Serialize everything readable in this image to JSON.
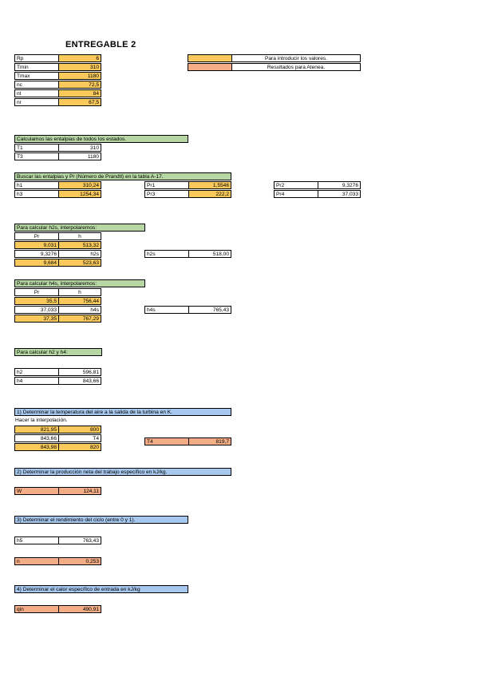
{
  "title": "ENTREGABLE 2",
  "inputs": [
    {
      "label": "Rp",
      "value": "6"
    },
    {
      "label": "Tmin",
      "value": "310"
    },
    {
      "label": "Tmax",
      "value": "1180"
    },
    {
      "label": "nc",
      "value": "72,5"
    },
    {
      "label": "nt",
      "value": "84"
    },
    {
      "label": "nr",
      "value": "67,5"
    }
  ],
  "legend": {
    "input_text": "Para introducir los valores.",
    "result_text": "Resultados para Atenea."
  },
  "temps": {
    "heading": "Calculamos las entalpias de todos los estados.",
    "t1_label": "T1",
    "t1_value": "310",
    "t3_label": "T3",
    "t3_value": "1180"
  },
  "enthalpy": {
    "heading": "Buscar las entalpias y Pr (Número de Prandtl) en la tabla A-17.",
    "h1_label": "h1",
    "h1_value": "310,24",
    "h3_label": "h3",
    "h3_value": "1254,34",
    "pr1_label": "Pr1",
    "pr1_value": "1,5546",
    "pr3_label": "Pr3",
    "pr3_value": "222,2",
    "pr2_label": "Pr2",
    "pr2_value": "9,3276",
    "pr4_label": "Pr4",
    "pr4_value": "37,033"
  },
  "h2s": {
    "heading": "Para calcular h2s, interpolaremos:",
    "col_pr": "Pr",
    "col_h": "h",
    "r1_pr": "9,031",
    "r1_h": "513,32",
    "r2_pr": "9,3276",
    "r2_h": "h2s",
    "r3_pr": "9,684",
    "r3_h": "523,63",
    "result_label": "h2s",
    "result_value": "518,00"
  },
  "h4s": {
    "heading": "Para calcular h4s, interpolaremos:",
    "col_pr": "Pr",
    "col_h": "h",
    "r1_pr": "35,5",
    "r1_h": "756,44",
    "r2_pr": "37,033",
    "r2_h": "h4s",
    "r3_pr": "37,35",
    "r3_h": "767,29",
    "result_label": "h4s",
    "result_value": "765,43"
  },
  "h2h4": {
    "heading": "Para calcular h2 y h4:",
    "h2_label": "h2",
    "h2_value": "596,81",
    "h4_label": "h4",
    "h4_value": "843,66"
  },
  "q1": {
    "heading": "1) Determinar la temperatura del aire a la salida de la turbina en K.",
    "note": "Hacer la interpolación.",
    "r1_a": "821,95",
    "r1_b": "800",
    "r2_a": "843,66",
    "r2_b": "T4",
    "r3_a": "843,98",
    "r3_b": "820",
    "result_label": "T4",
    "result_value": "819,7"
  },
  "q2": {
    "heading": "2) Determinar la producción neta del trabajo específico en kJ/kg.",
    "label": "W",
    "value": "124,11"
  },
  "q3": {
    "heading": "3) Determinar el rendimiento del ciclo (entre 0 y 1).",
    "h5_label": "h5",
    "h5_value": "763,43",
    "n_label": "n",
    "n_value": "0,253"
  },
  "q4": {
    "heading": "4) Determinar el calor específico de entrada en kJ/kg",
    "label": "qin",
    "value": "490,91"
  }
}
